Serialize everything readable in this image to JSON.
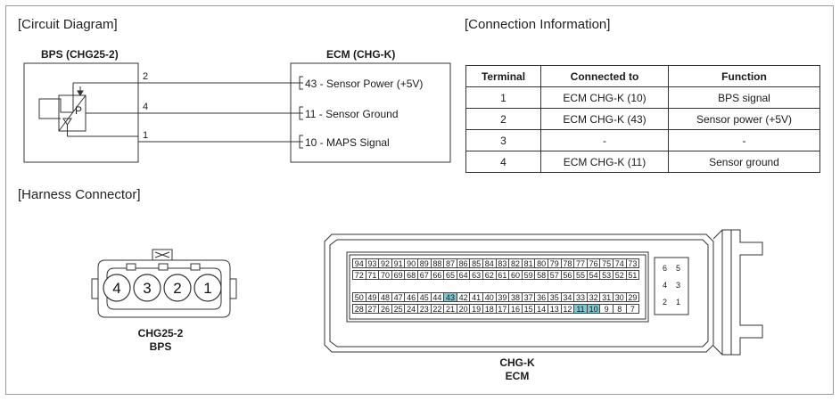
{
  "headers": {
    "circuit": "[Circuit Diagram]",
    "connection": "[Connection Information]",
    "harness": "[Harness Connector]"
  },
  "bps": {
    "title": "BPS (CHG25-2)",
    "pins": [
      "2",
      "4",
      "1"
    ],
    "sensor_letter": "P"
  },
  "ecm": {
    "title": "ECM (CHG-K)",
    "connections": [
      "43 - Sensor Power (+5V)",
      "11 - Sensor Ground",
      "10 - MAPS Signal"
    ]
  },
  "table": {
    "headers": [
      "Terminal",
      "Connected to",
      "Function"
    ],
    "rows": [
      [
        "1",
        "ECM CHG-K (10)",
        "BPS signal"
      ],
      [
        "2",
        "ECM CHG-K (43)",
        "Sensor power (+5V)"
      ],
      [
        "3",
        "-",
        "-"
      ],
      [
        "4",
        "ECM CHG-K (11)",
        "Sensor ground"
      ]
    ]
  },
  "bps_connector": {
    "pins": [
      "4",
      "3",
      "2",
      "1"
    ],
    "caption_line1": "CHG25-2",
    "caption_line2": "BPS"
  },
  "ecm_connector": {
    "row1": [
      "94",
      "93",
      "92",
      "91",
      "90",
      "89",
      "88",
      "87",
      "86",
      "85",
      "84",
      "83",
      "82",
      "81",
      "80",
      "79",
      "78",
      "77",
      "76",
      "75",
      "74",
      "73"
    ],
    "row2": [
      "72",
      "71",
      "70",
      "69",
      "68",
      "67",
      "66",
      "65",
      "64",
      "63",
      "62",
      "61",
      "60",
      "59",
      "58",
      "57",
      "56",
      "55",
      "54",
      "53",
      "52",
      "51"
    ],
    "row3": [
      "50",
      "49",
      "48",
      "47",
      "46",
      "45",
      "44",
      "43",
      "42",
      "41",
      "40",
      "39",
      "38",
      "37",
      "36",
      "35",
      "34",
      "33",
      "32",
      "31",
      "30",
      "29"
    ],
    "row4": [
      "28",
      "27",
      "26",
      "25",
      "24",
      "23",
      "22",
      "21",
      "20",
      "19",
      "18",
      "17",
      "16",
      "15",
      "14",
      "13",
      "12",
      "11",
      "10",
      "9",
      "8",
      "7"
    ],
    "side": [
      [
        "6",
        "5"
      ],
      [
        "4",
        "3"
      ],
      [
        "2",
        "1"
      ]
    ],
    "highlighted": [
      "43",
      "11",
      "10"
    ],
    "highlight_color": "#7fc6cf",
    "caption_line1": "CHG-K",
    "caption_line2": "ECM"
  }
}
